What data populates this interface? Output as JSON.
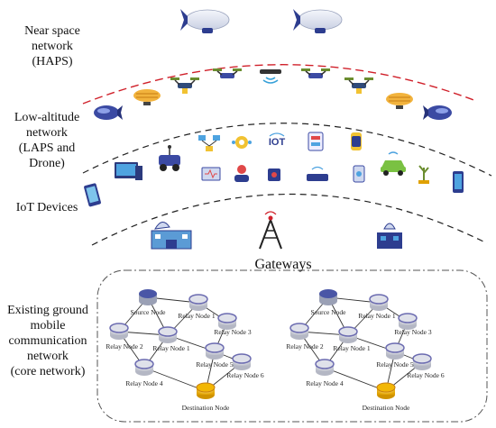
{
  "layers": {
    "near_space": {
      "lines": [
        "Near space",
        "network",
        "(HAPS)"
      ]
    },
    "low_altitude": {
      "lines": [
        "Low-altitude",
        "network",
        "(LAPS and",
        "Drone)"
      ]
    },
    "iot": {
      "lines": [
        "IoT Devices"
      ]
    },
    "ground": {
      "lines": [
        "Existing ground",
        "mobile",
        "communication",
        "network",
        "(core network)"
      ]
    }
  },
  "gateways_label": "Gateways",
  "core_network": {
    "nodes": {
      "source": "Source Node",
      "relay1": "Relay Node 1",
      "relay2": "Relay Node 2",
      "relay3": "Relay Node 3",
      "relay4": "Relay Node 4",
      "relay5": "Relay Node 5",
      "relay6": "Relay Node 6",
      "relay1b": "Relay Node 1",
      "dest": "Destination Node"
    }
  },
  "icons": {
    "haps": "airship-icon",
    "drone": "drone-icon",
    "iot": [
      "phone-icon",
      "tablet-icon",
      "robot-car-icon",
      "network-icon",
      "settings-icon",
      "iot-icon",
      "smartwatch-icon",
      "wifi-car-icon",
      "sensor-icon",
      "router-icon",
      "person-icon"
    ],
    "gateways": [
      "satellite-station-icon",
      "cell-tower-icon",
      "server-building-icon"
    ]
  },
  "colors": {
    "haps_arc": "#d0202a",
    "lap_arc": "#222222",
    "iot_arc": "#222222",
    "ground_box": "#555555",
    "node_top": "#6b6bb0",
    "dest_node": "#f2b705"
  }
}
